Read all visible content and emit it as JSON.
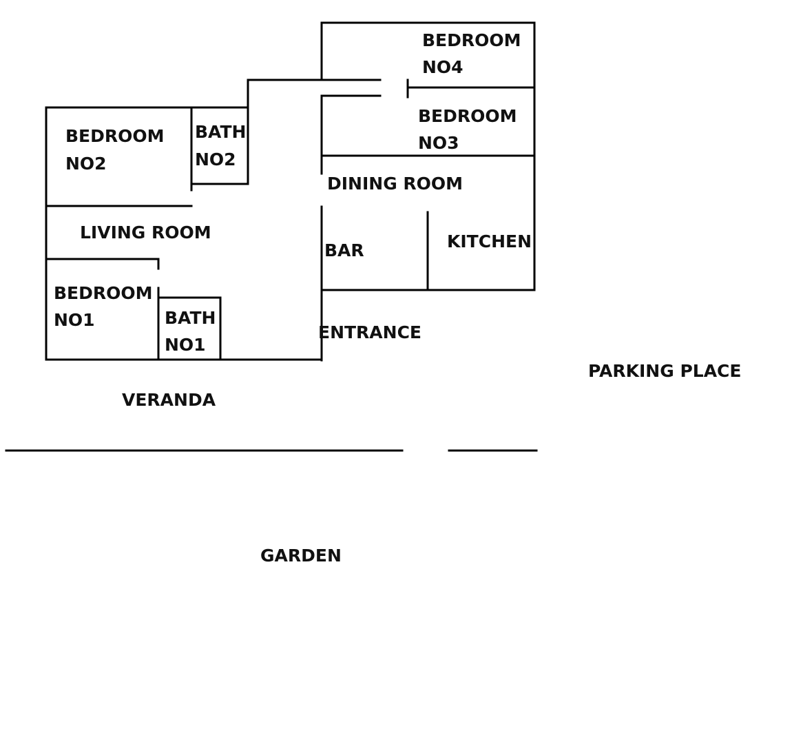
{
  "rooms": {
    "bedroom_no4": {
      "line1": "BEDROOM",
      "line2": "NO4"
    },
    "bedroom_no3": {
      "line1": "BEDROOM",
      "line2": "NO3"
    },
    "bedroom_no2": {
      "line1": "BEDROOM",
      "line2": "NO2"
    },
    "bath_no2": {
      "line1": "BATH",
      "line2": "NO2"
    },
    "dining_room": "DINING ROOM",
    "living_room": "LIVING ROOM",
    "bar": "BAR",
    "kitchen": "KITCHEN",
    "bedroom_no1": {
      "line1": "BEDROOM",
      "line2": "NO1"
    },
    "bath_no1": {
      "line1": "BATH",
      "line2": "NO1"
    },
    "entrance": "ENTRANCE"
  },
  "outdoor": {
    "parking_place": "PARKING PLACE",
    "veranda": "VERANDA",
    "garden": "GARDEN"
  },
  "colors": {
    "wall": "#000000",
    "text": "#111111",
    "background": "#ffffff"
  }
}
